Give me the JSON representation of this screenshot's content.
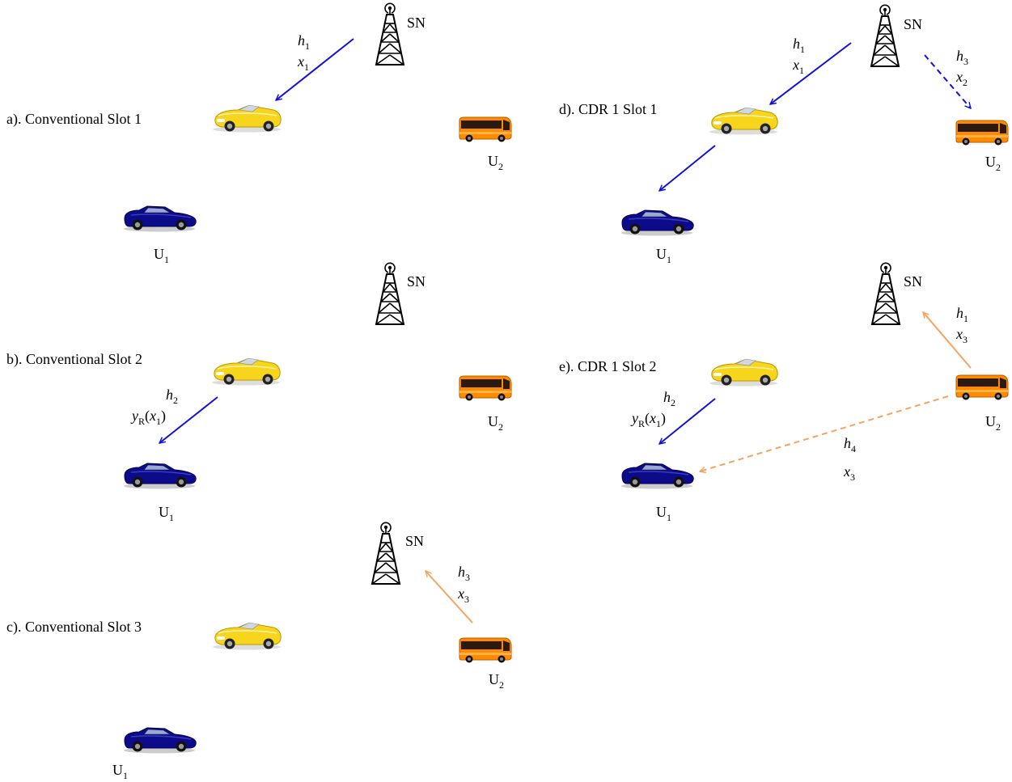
{
  "colors": {
    "blue_link": "#1010e0",
    "orange_link": "#f4a460",
    "car_yellow": "#f7d51c",
    "car_blue": "#0c0c8a",
    "bus_orange": "#ff8a00"
  },
  "icons": {
    "tower": "cell-tower-icon",
    "relay": "yellow-car-icon",
    "user1": "blue-car-icon",
    "user2": "orange-bus-icon"
  },
  "node_labels": {
    "sn": "SN",
    "u1": "U",
    "u2": "U",
    "u1_sub": "1",
    "u2_sub": "2"
  },
  "panels": {
    "a": {
      "title": "a). Conventional Slot 1"
    },
    "b": {
      "title": "b). Conventional Slot 2"
    },
    "c": {
      "title": "c). Conventional Slot 3"
    },
    "d": {
      "title": "d). CDR 1 Slot 1"
    },
    "e": {
      "title": "e). CDR 1 Slot 2"
    }
  },
  "symbols": {
    "h": "h",
    "x": "x",
    "y": "y",
    "R": "R",
    "s1": "1",
    "s2": "2",
    "s3": "3",
    "s4": "4",
    "lp": "(",
    "rp": ")"
  }
}
